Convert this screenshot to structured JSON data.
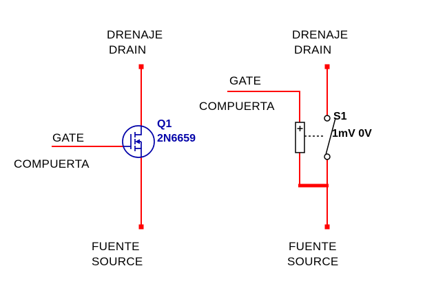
{
  "colors": {
    "wire": "#ff0000",
    "transistor": "#0000a8",
    "switch_outline": "#000000",
    "text": "#000000",
    "background": "#ffffff"
  },
  "left_circuit": {
    "drain_label_line1": "DRENAJE",
    "drain_label_line2": "DRAIN",
    "gate_label_line1": "GATE",
    "gate_label_line2": "COMPUERTA",
    "source_label_line1": "FUENTE",
    "source_label_line2": "SOURCE",
    "transistor_ref": "Q1",
    "transistor_part": "2N6659"
  },
  "right_circuit": {
    "drain_label_line1": "DRENAJE",
    "drain_label_line2": "DRAIN",
    "gate_label_line1": "GATE",
    "gate_label_line2": "COMPUERTA",
    "source_label_line1": "FUENTE",
    "source_label_line2": "SOURCE",
    "switch_ref": "S1",
    "switch_value": "1mV 0V"
  }
}
